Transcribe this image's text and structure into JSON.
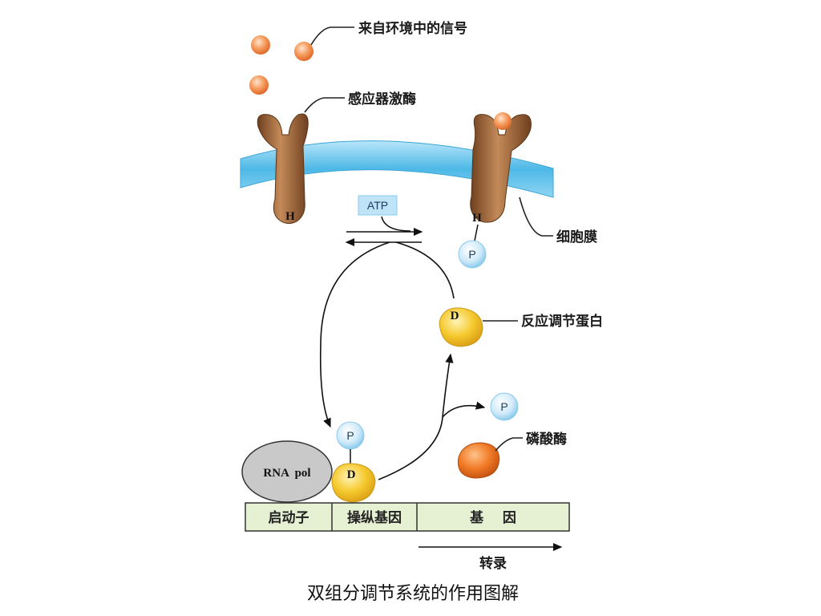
{
  "labels": {
    "signal": "来自环境中的信号",
    "sensor_kinase": "感应器激酶",
    "cell_membrane": "细胞膜",
    "response_regulator": "反应调节蛋白",
    "phosphatase": "磷酸酶",
    "transcription": "转录",
    "caption": "双组分调节系统的作用图解"
  },
  "markers": {
    "histidine": "H",
    "aspartate": "D",
    "phosphate": "P",
    "atp": "ATP",
    "rna_pol": "RNA  pol"
  },
  "gene_bar": {
    "promoter": "启动子",
    "operator": "操纵基因",
    "gene": "基    因"
  },
  "colors": {
    "membrane": "#4db8e6",
    "kinase": "#a06a3f",
    "signal": "#f08a4c",
    "phosphate": "#bfe3f7",
    "regulator": "#f2c22e",
    "phosphatase": "#e2661c",
    "rna_pol": "#c7c7c7",
    "gene_bar": "#e6f0d2"
  }
}
